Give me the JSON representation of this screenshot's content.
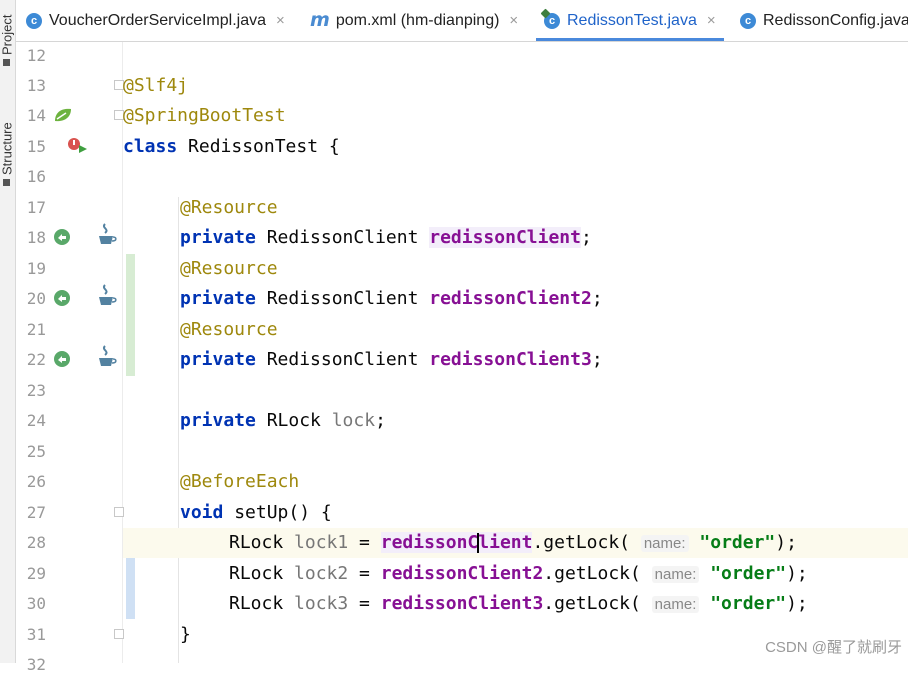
{
  "tool_windows": [
    "Project",
    "Structure"
  ],
  "tabs": [
    {
      "label": "VoucherOrderServiceImpl.java",
      "icon": "class-icon",
      "active": false
    },
    {
      "label": "pom.xml (hm-dianping)",
      "icon": "maven-icon",
      "active": false
    },
    {
      "label": "RedissonTest.java",
      "icon": "class-icon",
      "active": true
    },
    {
      "label": "RedissonConfig.java",
      "icon": "class-icon",
      "active": false
    }
  ],
  "tab_close_glyph": "×",
  "line_numbers": [
    "12",
    "13",
    "14",
    "15",
    "16",
    "17",
    "18",
    "19",
    "20",
    "21",
    "22",
    "23",
    "24",
    "25",
    "26",
    "27",
    "28",
    "29",
    "30",
    "31",
    "32"
  ],
  "code": {
    "l13": {
      "anno": "@Slf4j"
    },
    "l14": {
      "anno": "@SpringBootTest"
    },
    "l15": {
      "kw": "class",
      "rest": " RedissonTest {"
    },
    "l17": {
      "anno": "@Resource"
    },
    "l18": {
      "kw": "private",
      "type": " RedissonClient ",
      "field": "redissonClient",
      "end": ";"
    },
    "l19": {
      "anno": "@Resource"
    },
    "l20": {
      "kw": "private",
      "type": " RedissonClient ",
      "field": "redissonClient2",
      "end": ";"
    },
    "l21": {
      "anno": "@Resource"
    },
    "l22": {
      "kw": "private",
      "type": " RedissonClient ",
      "field": "redissonClient3",
      "end": ";"
    },
    "l24": {
      "kw": "private",
      "type": " RLock ",
      "field": "lock",
      "end": ";"
    },
    "l26": {
      "anno": "@BeforeEach"
    },
    "l27": {
      "kw": "void",
      "rest": " setUp() {"
    },
    "l28": {
      "type": "RLock ",
      "local": "lock1",
      "eq": " = ",
      "field_a": "redissonC",
      "field_b": "lient",
      "call": ".getLock( ",
      "hint": "name:",
      "str": "\"order\"",
      "end": ");"
    },
    "l29": {
      "type": "RLock ",
      "local": "lock2",
      "eq": " = ",
      "field": "redissonClient2",
      "call": ".getLock( ",
      "hint": "name:",
      "str": "\"order\"",
      "end": ");"
    },
    "l30": {
      "type": "RLock ",
      "local": "lock3",
      "eq": " = ",
      "field": "redissonClient3",
      "call": ".getLock( ",
      "hint": "name:",
      "str": "\"order\"",
      "end": ");"
    },
    "l31": {
      "rest": "}"
    }
  },
  "colors": {
    "keyword": "#0033b3",
    "annotation": "#9e880d",
    "field": "#871094",
    "string": "#067d17",
    "active_tab": "#1f63c9"
  },
  "watermark": "CSDN @醒了就刷牙"
}
